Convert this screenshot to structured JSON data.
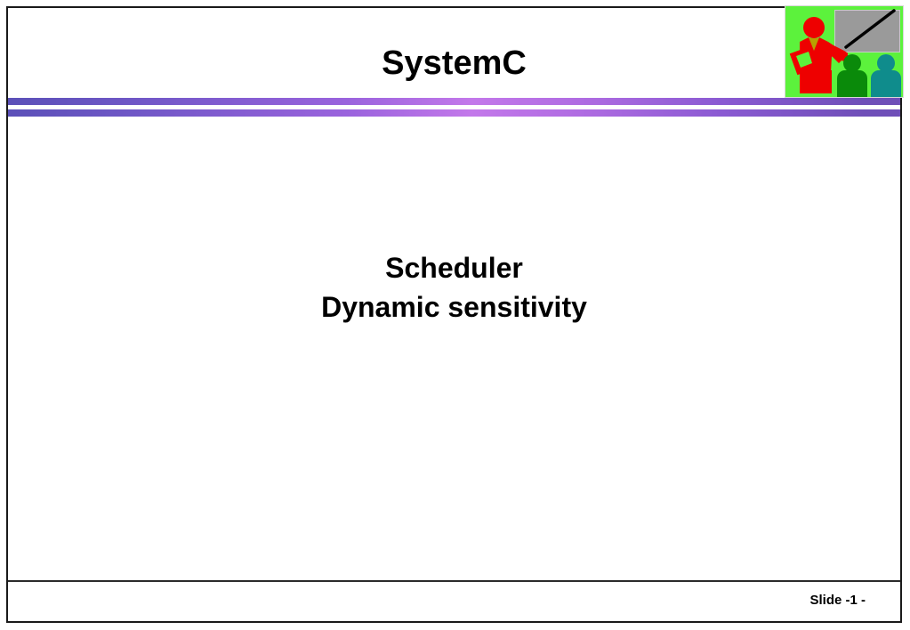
{
  "slide": {
    "header": {
      "title": "SystemC",
      "logo": {
        "name": "systemc-classroom-logo",
        "background_color": "#5CF23C",
        "board_color": "#9A9A9A",
        "teacher_color": "#EE0000",
        "pointer_color": "#000000",
        "student_a_color": "#0A8A0A",
        "student_b_color": "#0F8C8C"
      },
      "stripe": {
        "gradient_start_color": "#5B50B8",
        "gradient_mid_color": "#C378EA",
        "gradient_end_color": "#6F4FB8"
      }
    },
    "content": {
      "lines": [
        "Scheduler",
        "Dynamic sensitivity"
      ]
    },
    "footer": {
      "slide_label": "Slide -1 -"
    }
  }
}
